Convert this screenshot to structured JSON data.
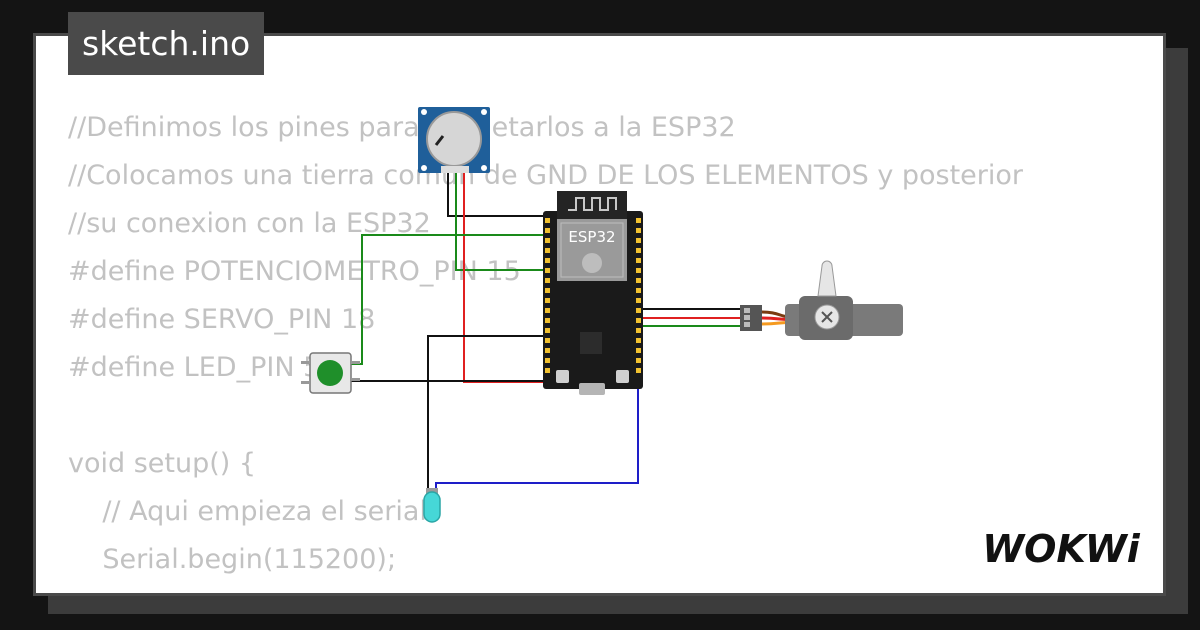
{
  "tab": {
    "filename": "sketch.ino"
  },
  "code_lines": [
    "//Definimos los pines para concetarlos a la ESP32",
    "//Colocamos una tierra comun de GND DE LOS ELEMENTOS y posterior",
    "//su conexion con la ESP32",
    "#define POTENCIOMETRO_PIN 15",
    "#define SERVO_PIN 18",
    "#define LED_PIN 5",
    "",
    "void setup() {",
    "    // Aqui empieza el serial",
    "    Serial.begin(115200);"
  ],
  "board": {
    "label": "ESP32"
  },
  "logo": {
    "text": "WOKWi"
  },
  "colors": {
    "wire_black": "#111111",
    "wire_red": "#e02020",
    "wire_green": "#1a8a1a",
    "wire_blue": "#1e1ec8",
    "board": "#1a1a1a",
    "pot_module": "#1f5f9a",
    "button_cap": "#1f8f2a",
    "led": "#46d7d7",
    "servo": "#6b6b6b"
  }
}
